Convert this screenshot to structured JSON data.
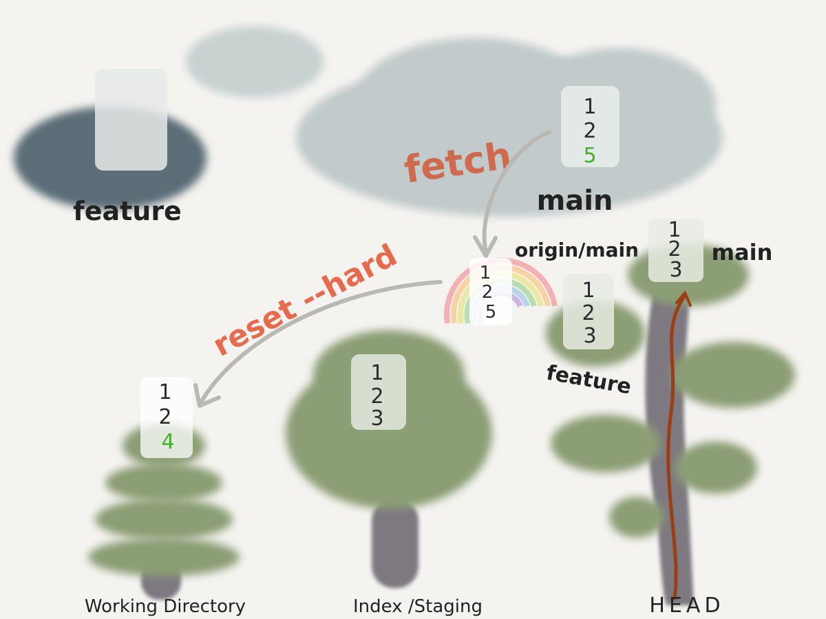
{
  "colors": {
    "background": "#f4f3f0",
    "cloud_remote": "#c3cccc",
    "cloud_dark": "#5c6d77",
    "foliage": "#8c9e74",
    "trunk": "#7e7880",
    "action_text": "#e56a4e",
    "fetch_text": "#d06a4e",
    "label_text": "#222222",
    "new_commit": "#44b02a",
    "arrow": "#b9b8b3",
    "head_arrow": "#9a3f14"
  },
  "remote": {
    "feature_cloud": {
      "label": "feature"
    },
    "main_cloud": {
      "label": "main",
      "commits": [
        "1",
        "2",
        "5"
      ]
    }
  },
  "actions": {
    "fetch": "fetch",
    "reset": "reset --hard"
  },
  "rainbow": {
    "label": "origin/main",
    "commits": [
      "1",
      "2",
      "5"
    ]
  },
  "head_tree": {
    "main_label": "main",
    "main_commits": [
      "1",
      "2",
      "3"
    ],
    "feature_label": "feature",
    "feature_commits": [
      "1",
      "2",
      "3"
    ],
    "label": "HEAD"
  },
  "index_tree": {
    "commits": [
      "1",
      "2",
      "3"
    ],
    "label": "Index /Staging"
  },
  "working_tree": {
    "commits": [
      "1",
      "2",
      "4"
    ],
    "label": "Working Directory"
  }
}
